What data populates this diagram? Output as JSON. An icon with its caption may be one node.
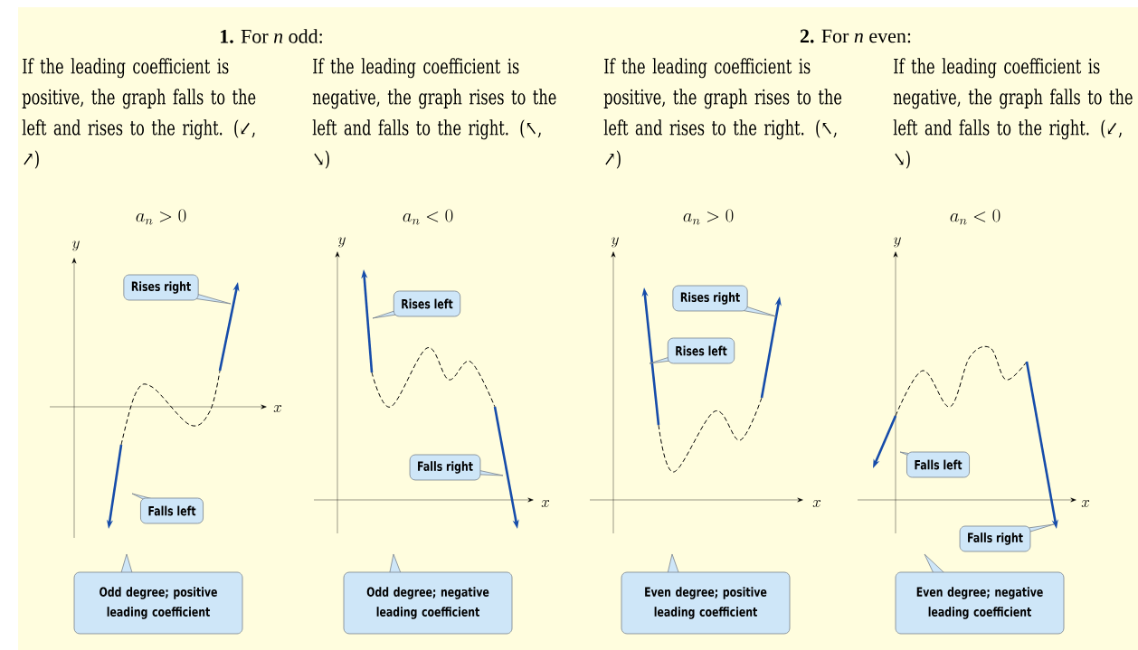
{
  "diagram": {
    "nodes": [
      {
        "text": [
          "Rises right"
        ]
      },
      {
        "text": [
          "Falls left"
        ]
      },
      {
        "text": [
          "Odd degree; positive leading coefficient"
        ]
      },
      {
        "text": [
          "Rises left"
        ]
      },
      {
        "text": [
          "Falls right"
        ]
      },
      {
        "text": [
          "Odd degree; negative leading coefficient"
        ]
      },
      {
        "text": [
          "Rises right"
        ]
      },
      {
        "text": [
          "Rises left"
        ]
      },
      {
        "text": [
          "Even degree; positive leading coefficient"
        ]
      },
      {
        "text": [
          "Falls left"
        ]
      },
      {
        "text": [
          "Falls right"
        ]
      },
      {
        "text": [
          "Even degree; negative leading coefficient"
        ]
      }
    ],
    "labels": [
      "**1.** For *n* odd:",
      "**2.** For *n* even:",
      "If the leading coefficient is positive, the graph falls to the left and rises to the right. (↙, ↗)",
      "If the leading coefficient is negative, the graph rises to the left and falls to the right. (↖, ↘)",
      "If the leading coefficient is positive, the graph rises to the left and rises to the right. (↖, ↗)",
      "If the leading coefficient is negative, the graph falls to the left and falls to the right. (↙, ↘)",
      "a_n > 0",
      "a_n < 0",
      "a_n > 0",
      "a_n < 0",
      "y",
      "x",
      "y",
      "x",
      "y",
      "x",
      "y",
      "x"
    ]
  }
}
